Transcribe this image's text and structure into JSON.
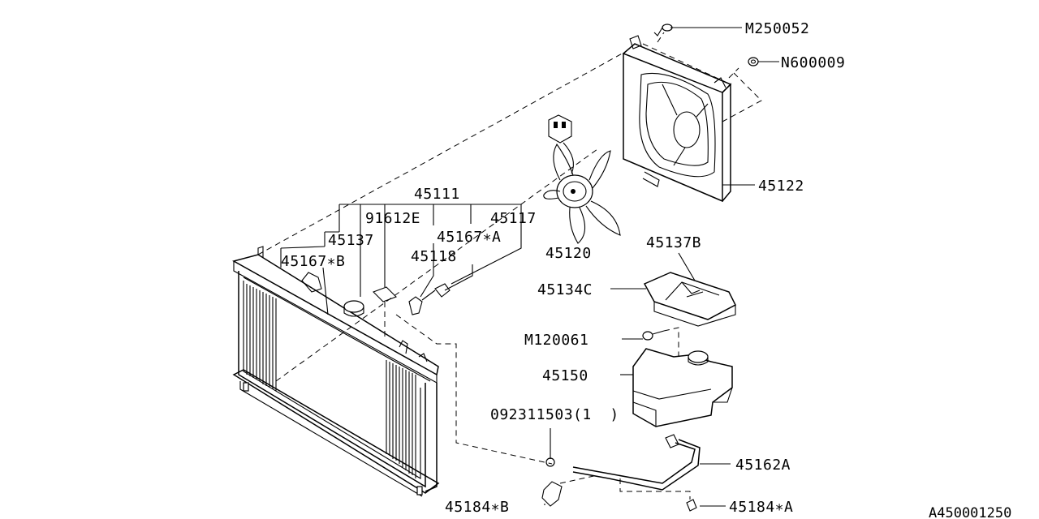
{
  "reference_code": "A450001250",
  "parts": {
    "m250052": "M250052",
    "n600009": "N600009",
    "p45122": "45122",
    "p45111": "45111",
    "p91612e": "91612E",
    "p45117": "45117",
    "p45137": "45137",
    "p45167a": "45167∗A",
    "p45167b": "45167∗B",
    "p45118": "45118",
    "p45120": "45120",
    "p45137b": "45137B",
    "p45134c": "45134C",
    "m120061": "M120061",
    "p45150": "45150",
    "p092311503": "092311503(1  )",
    "p45162a": "45162A",
    "p45184b": "45184∗B",
    "p45184a": "45184∗A"
  }
}
